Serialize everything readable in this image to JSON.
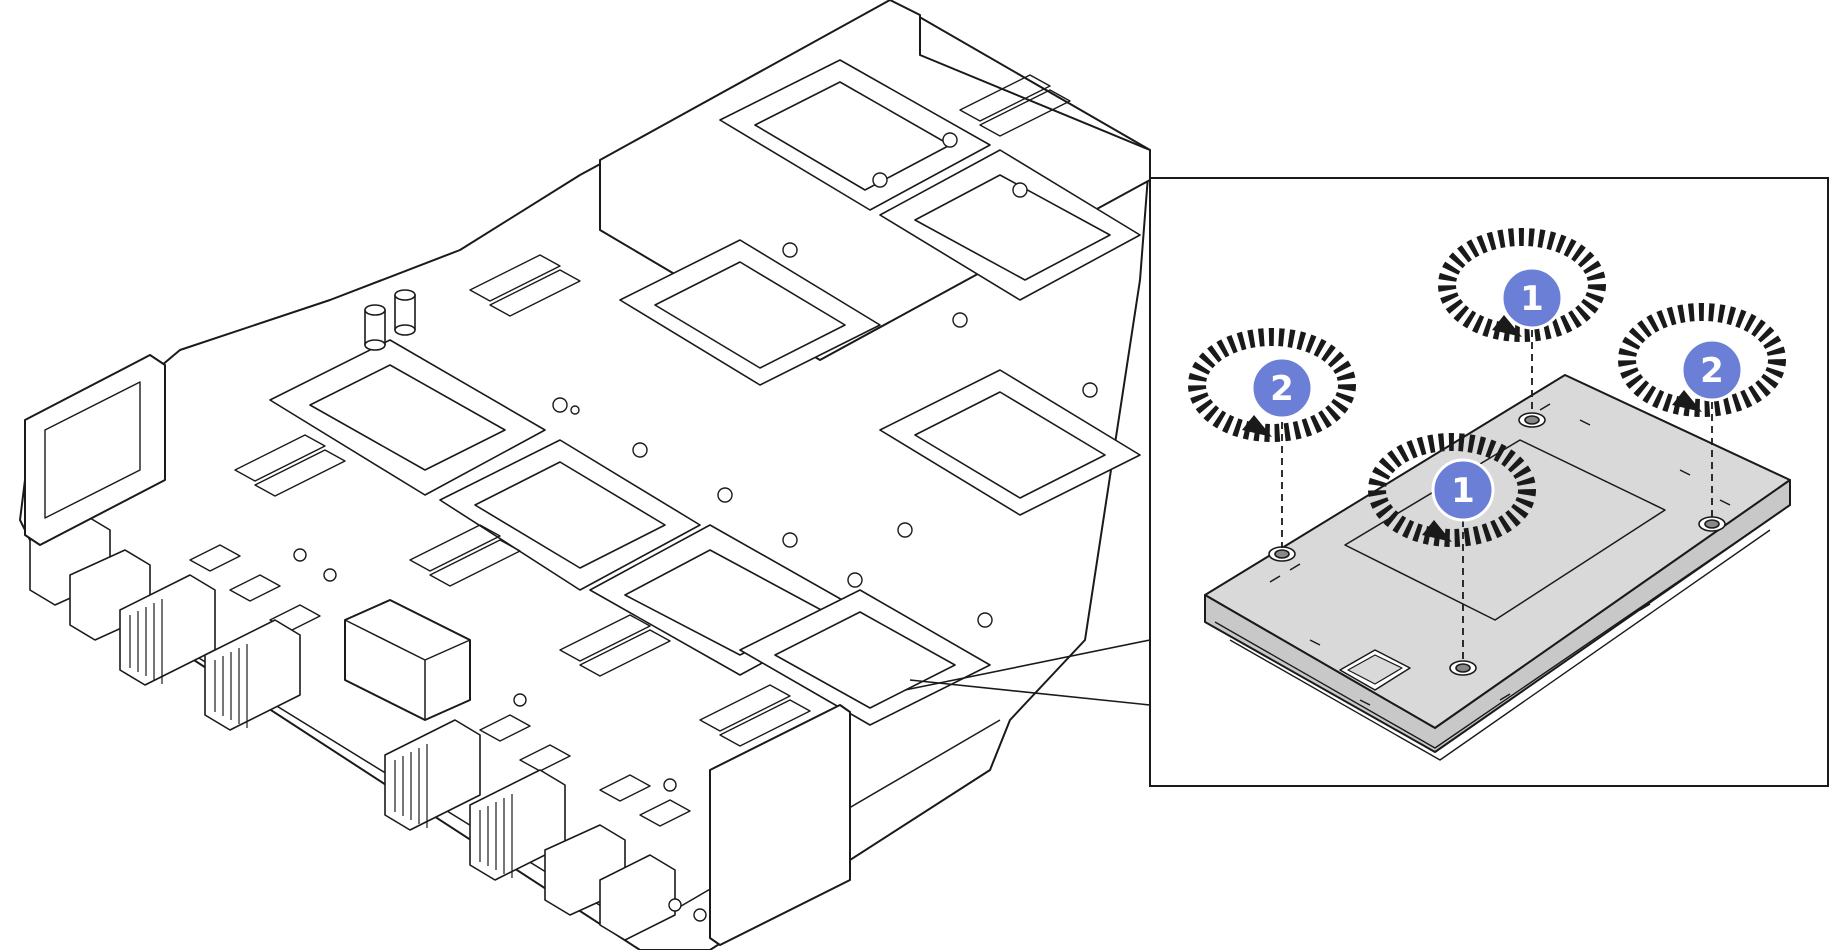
{
  "figure": {
    "colors": {
      "line": "#1a1a1a",
      "part_fill": "#d9d9d9",
      "badge_fill": "#6b7fd6",
      "badge_text": "#ffffff",
      "background": "#ffffff"
    },
    "callouts": [
      {
        "id": "screw-top",
        "step": "1"
      },
      {
        "id": "screw-front",
        "step": "1"
      },
      {
        "id": "screw-left",
        "step": "2"
      },
      {
        "id": "screw-right",
        "step": "2"
      }
    ]
  }
}
